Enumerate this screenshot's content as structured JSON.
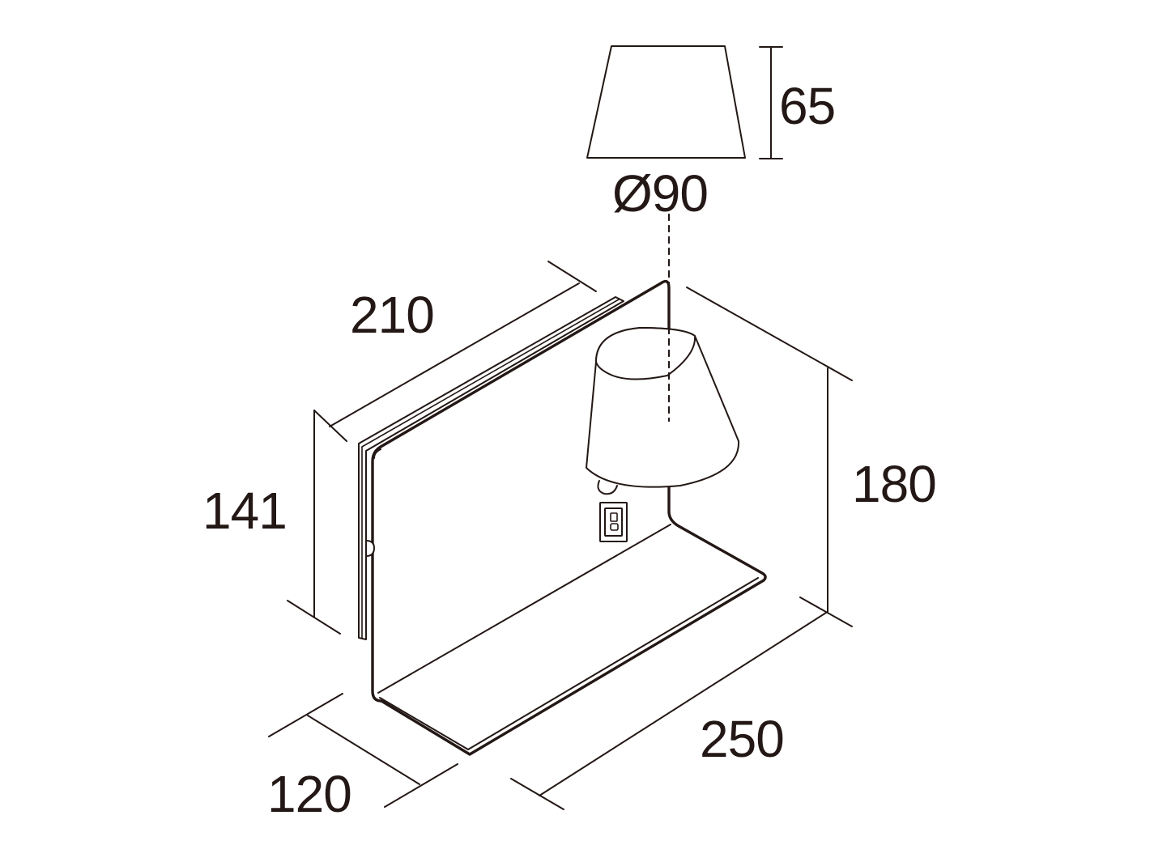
{
  "dimensions": {
    "shade_height": "65",
    "shade_diameter": "Ø90",
    "depth": "210",
    "body_height": "141",
    "total_height": "180",
    "width": "250",
    "shelf_depth": "120"
  },
  "colors": {
    "line": "#231815",
    "background": "#ffffff"
  }
}
